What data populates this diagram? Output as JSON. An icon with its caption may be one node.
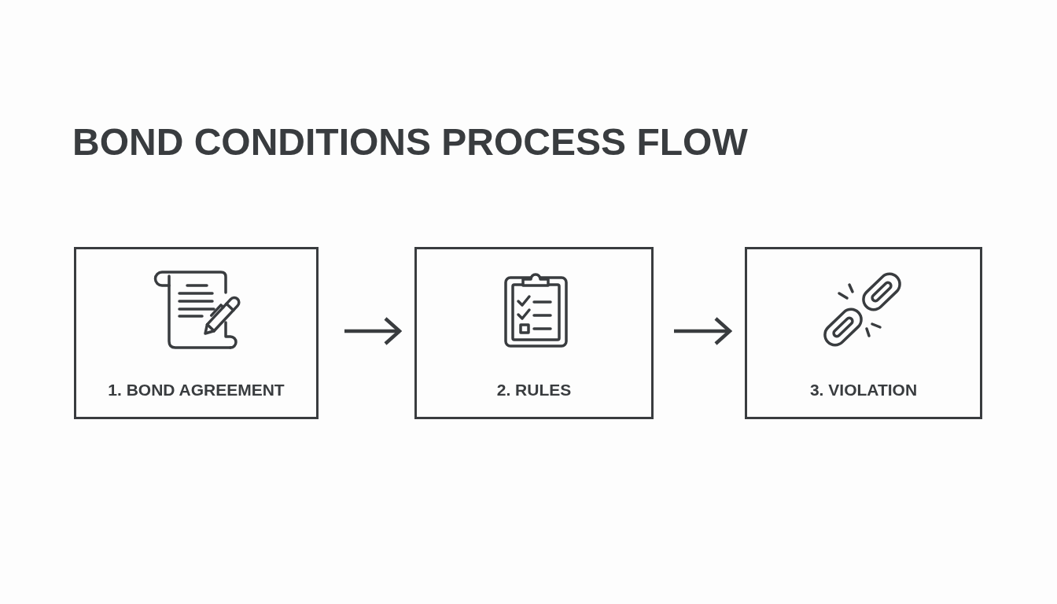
{
  "diagram": {
    "title": "BOND CONDITIONS PROCESS FLOW",
    "nodes": [
      {
        "text": [
          "1. BOND AGREEMENT"
        ]
      },
      {
        "text": [
          "2. RULES"
        ]
      },
      {
        "text": [
          "3. VIOLATION"
        ]
      }
    ],
    "edges": [
      {
        "from": 0,
        "to": 1,
        "arrow": "to"
      },
      {
        "from": 1,
        "to": 2,
        "arrow": "to"
      }
    ]
  }
}
